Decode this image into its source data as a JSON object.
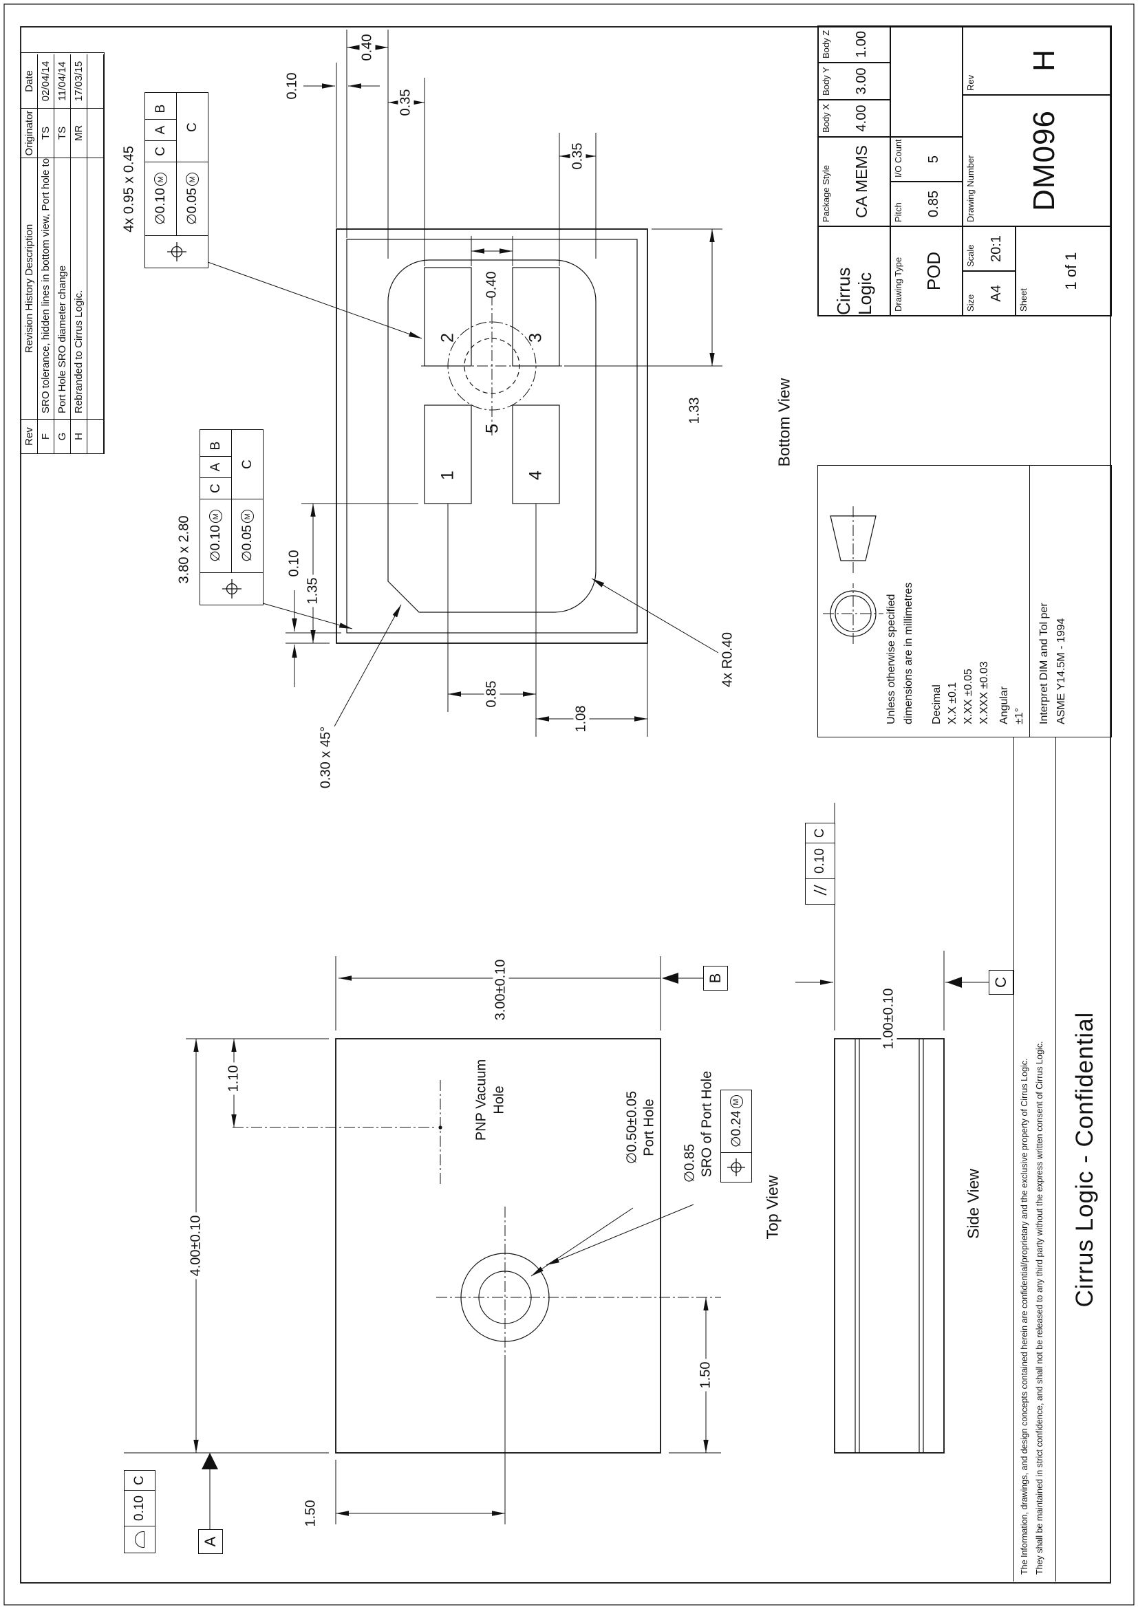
{
  "revision_table": {
    "headers": {
      "rev": "Rev",
      "desc": "Revision History Description",
      "orig": "Originator",
      "date": "Date"
    },
    "rows": [
      {
        "rev": "F",
        "desc": "SRO tolerance, hidden lines in bottom view, Port hole tolerance",
        "orig": "TS",
        "date": "02/04/14"
      },
      {
        "rev": "G",
        "desc": "Port Hole SRO diameter change",
        "orig": "TS",
        "date": "11/04/14"
      },
      {
        "rev": "H",
        "desc": "Rebranded to Cirrus Logic.",
        "orig": "MR",
        "date": "17/03/15"
      },
      {
        "rev": "",
        "desc": "",
        "orig": "",
        "date": ""
      }
    ]
  },
  "title_block": {
    "company": "Cirrus Logic",
    "drawing_type_label": "Drawing Type",
    "drawing_type": "POD",
    "package_style_label": "Package Style",
    "package_style": "CA MEMS",
    "pitch_label": "Pitch",
    "pitch": "0.85",
    "io_label": "I/O Count",
    "io": "5",
    "body_x_label": "Body X",
    "body_x": "4.00",
    "body_y_label": "Body Y",
    "body_y": "3.00",
    "body_z_label": "Body Z",
    "body_z": "1.00",
    "size_label": "Size",
    "size": "A4",
    "scale_label": "Scale",
    "scale": "20:1",
    "number_label": "Drawing Number",
    "number": "DM096",
    "rev_label": "Rev",
    "rev": "H",
    "sheet_label": "Sheet",
    "sheet": "1 of 1"
  },
  "notes": {
    "units1": "Unless otherwise specified",
    "units2": "dimensions are in millimetres",
    "decimal_title": "Decimal",
    "dec1": "X.X ±0.1",
    "dec2": "X.XX ±0.05",
    "dec3": "X.XXX ±0.03",
    "angular_title": "Angular",
    "angular": "±1°",
    "interpret1": "Interpret DIM and Tol per",
    "interpret2": "ASME Y14.5M - 1994"
  },
  "confidential": {
    "line1": "The Information, drawings, and design concepts contained herein are confidential/proprietary and the exclusive property of Cirrus Logic.",
    "line2": "They shall be maintained in strict confidence, and shall not be released to any third party without the express written consent of Cirrus Logic.",
    "title": "Cirrus Logic - Confidential"
  },
  "views": {
    "top": "Top View",
    "bottom": "Bottom View",
    "side": "Side View"
  },
  "dims": {
    "body_w": "4.00±0.10",
    "body_h": "3.00±0.10",
    "thk": "1.00±0.10",
    "pnp_off": "1.10",
    "port_x": "1.50",
    "port_y": "1.50",
    "edge_a": "0.10",
    "edge_b": "0.10",
    "g40a": "0.40",
    "g40b": "0.40",
    "g35a": "0.35",
    "g35b": "0.35",
    "pad_off_l": "1.35",
    "pitch": "0.85",
    "pad_row": "1.08",
    "pad_off_r": "1.33",
    "corner": "4x R0.40",
    "chamfer": "0.30 x 45°",
    "pad_size": "4x 0.95 x 0.45",
    "cavity": "3.80 x 2.80"
  },
  "labels": {
    "pnp1": "PNP Vacuum",
    "pnp2": "Hole",
    "port1": "∅0.50±0.05",
    "port2": "Port Hole",
    "sro1": "∅0.85",
    "sro2": "SRO of Port Hole"
  },
  "fcf": {
    "pos_tol_1": "∅0.10",
    "pos_tol_2": "∅0.05",
    "mod": "M",
    "ref_c": "C",
    "ref_a": "A",
    "ref_b": "B",
    "sro_tol": "∅0.24",
    "par_tol": "0.10",
    "par_ref": "C",
    "prof_tol": "0.10",
    "prof_ref": "C"
  },
  "datums": {
    "a": "A",
    "b": "B",
    "c": "C"
  },
  "pads": {
    "p1": "1",
    "p2": "2",
    "p3": "3",
    "p4": "4",
    "p5": "5"
  }
}
